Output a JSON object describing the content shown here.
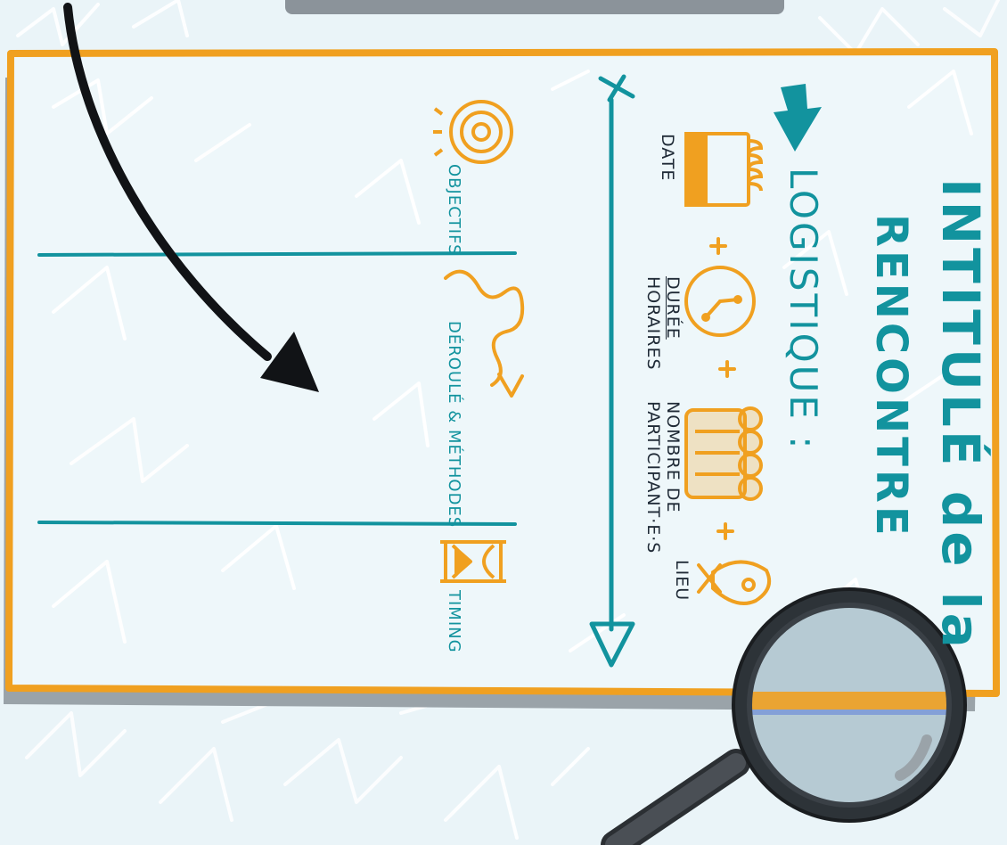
{
  "title": {
    "line1": "INTITULÉ de la",
    "line2": "RENCONTRE"
  },
  "logistique": {
    "heading": "LOGISTIQUE :",
    "items": [
      {
        "icon": "calendar-icon",
        "label": "DATE"
      },
      {
        "icon": "clock-icon",
        "label_top": "DURÉE",
        "label_bottom": "HORAIRES"
      },
      {
        "icon": "people-icon",
        "label_top": "NOMBRE DE",
        "label_bottom": "PARTICIPANT·E·S"
      },
      {
        "icon": "location-pin-icon",
        "label": "LIEU"
      }
    ]
  },
  "columns": [
    {
      "icon": "target-icon",
      "label": "OBJECTIFS"
    },
    {
      "icon": "squiggle-arrow-icon",
      "label": "DÉROULÉ & MÉTHODES"
    },
    {
      "icon": "hourglass-icon",
      "label": "TIMING"
    }
  ],
  "colors": {
    "accent_orange": "#f0a020",
    "accent_teal": "#12939e",
    "ink": "#1f2a36",
    "background": "#eaf4f8"
  }
}
